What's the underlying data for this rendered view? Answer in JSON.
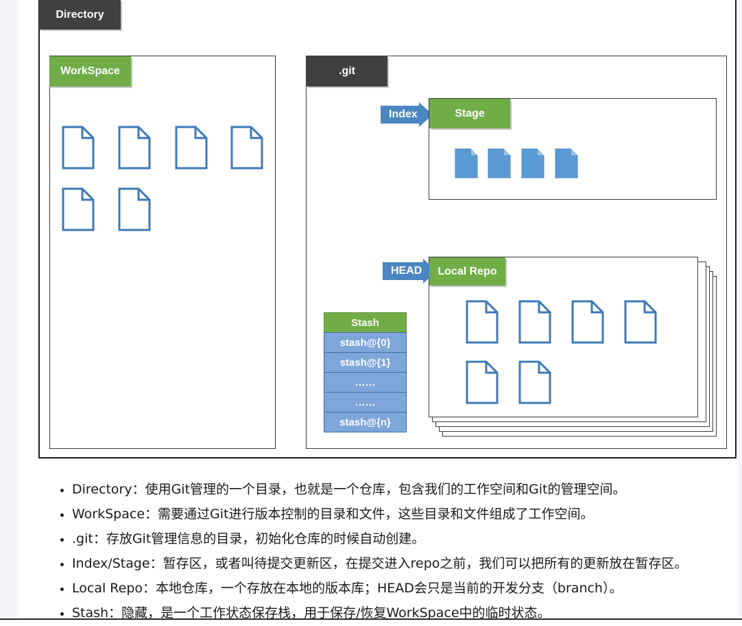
{
  "diagram": {
    "directory_label": "Directory",
    "workspace_label": "WorkSpace",
    "git_label": ".git",
    "index_label": "Index",
    "stage_label": "Stage",
    "head_label": "HEAD",
    "local_repo_label": "Local Repo",
    "stash": {
      "title": "Stash",
      "items": [
        "stash@{0}",
        "stash@{1}",
        "……",
        "……",
        "stash@{n}"
      ]
    }
  },
  "bullets": [
    "Directory：使用Git管理的一个目录，也就是一个仓库，包含我们的工作空间和Git的管理空间。",
    "WorkSpace：需要通过Git进行版本控制的目录和文件，这些目录和文件组成了工作空间。",
    ".git：存放Git管理信息的目录，初始化仓库的时候自动创建。",
    "Index/Stage：暂存区，或者叫待提交更新区，在提交进入repo之前，我们可以把所有的更新放在暂存区。",
    "Local Repo：本地仓库，一个存放在本地的版本库；HEAD会只是当前的开发分支（branch）。",
    "Stash：隐藏，是一个工作状态保存栈，用于保存/恢复WorkSpace中的临时状态。"
  ],
  "colors": {
    "dark_label": "#404040",
    "green_label": "#70ad47",
    "blue_arrow": "#4a86bf",
    "stash_item": "#7ea6d8",
    "file_outline": "#3e79b7",
    "file_fill": "#5b9bd5"
  }
}
